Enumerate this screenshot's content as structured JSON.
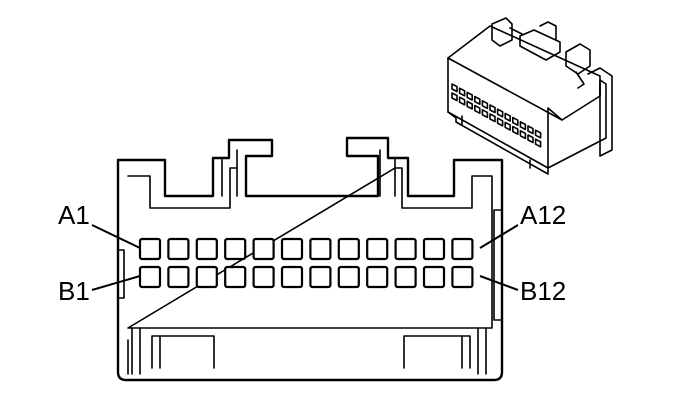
{
  "connector": {
    "pin_labels": {
      "a_first": "A1",
      "a_last": "A12",
      "b_first": "B1",
      "b_last": "B12"
    },
    "rows": [
      {
        "row": "A",
        "count": 12
      },
      {
        "row": "B",
        "count": 12
      }
    ]
  }
}
